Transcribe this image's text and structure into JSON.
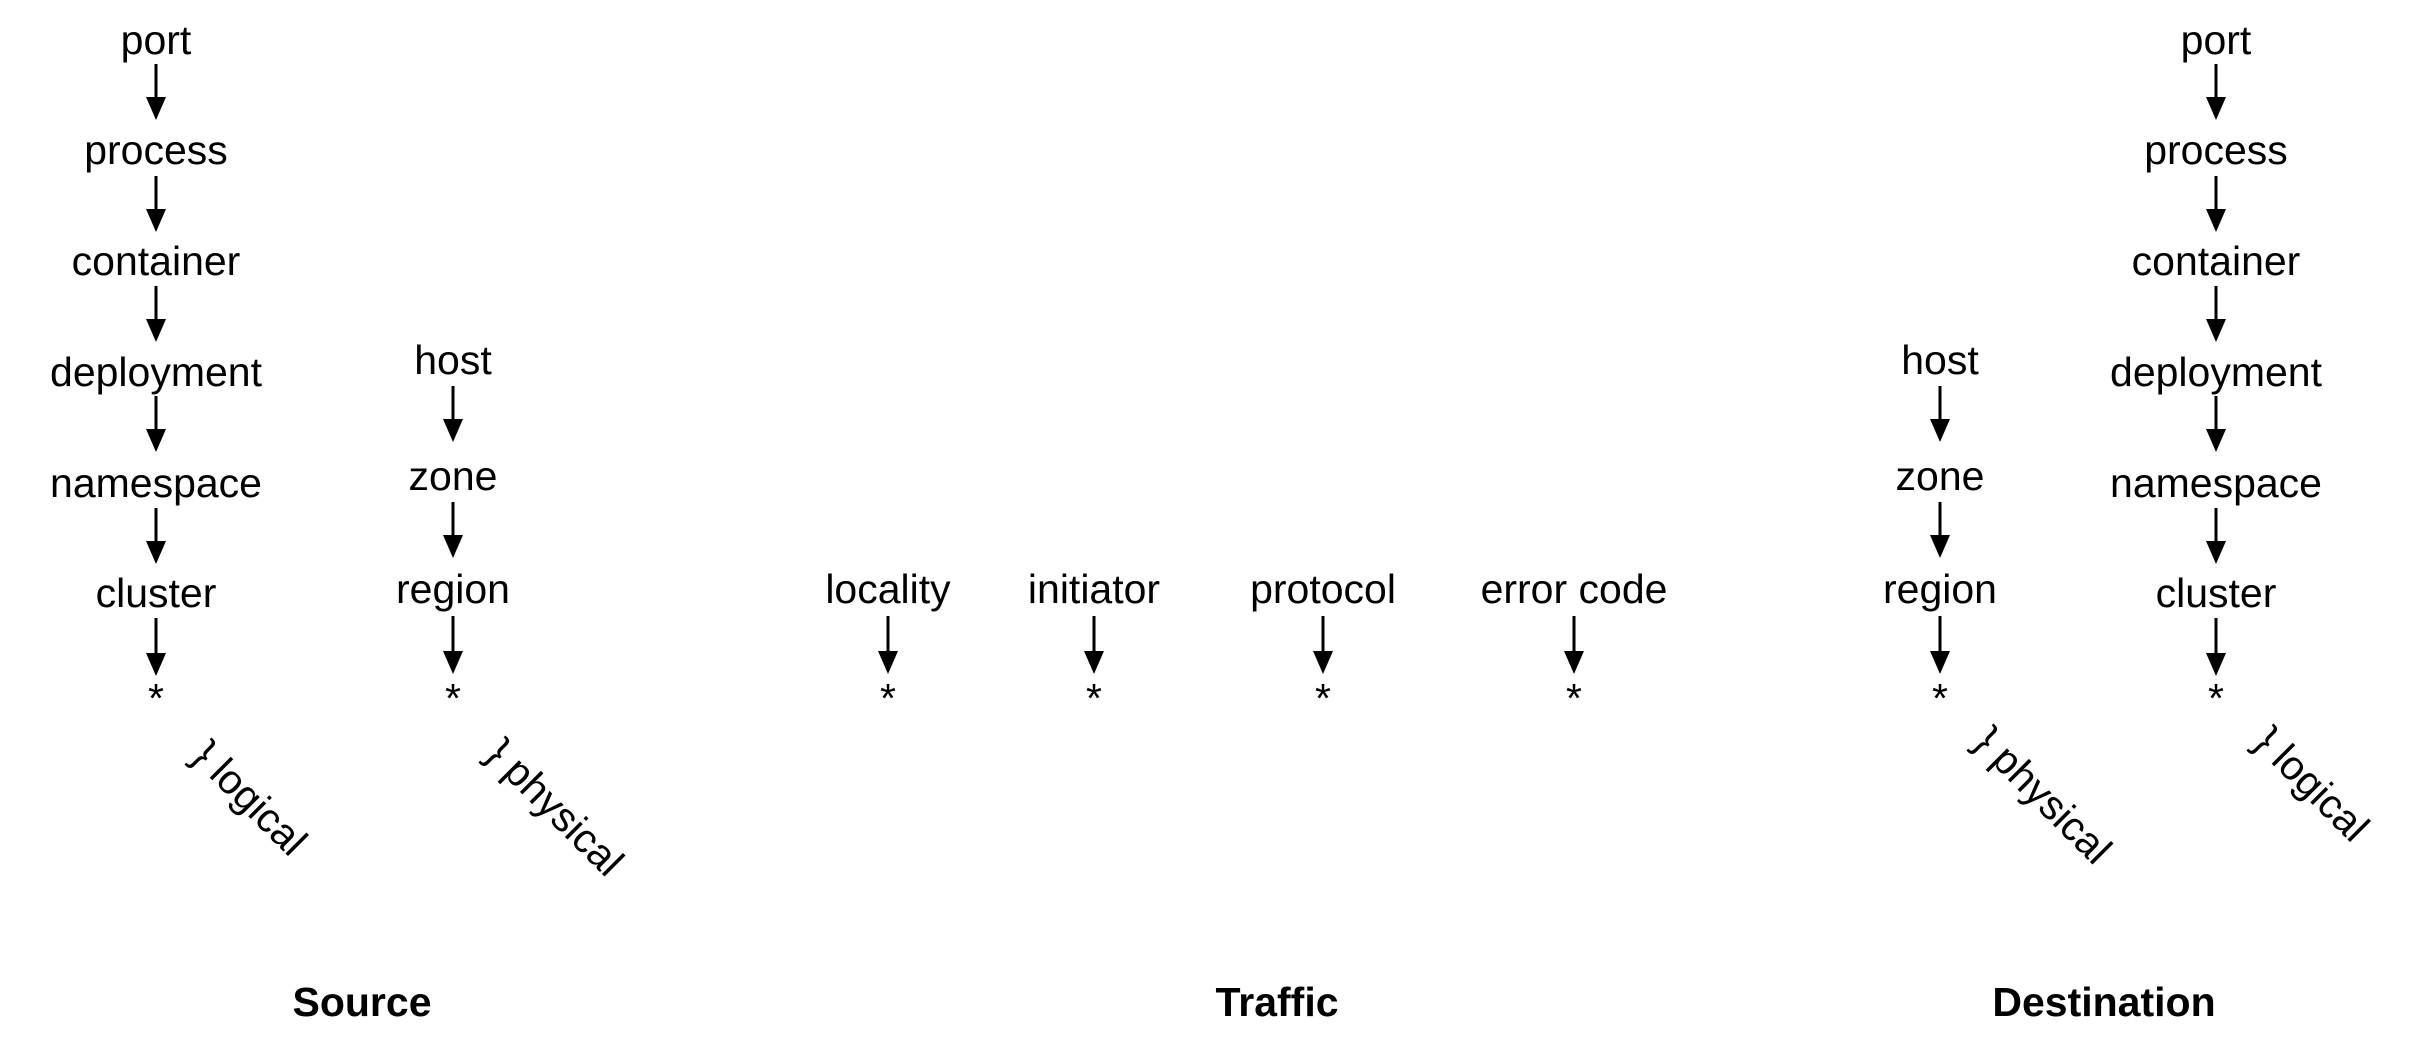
{
  "source": {
    "title": "Source",
    "logical_chain": [
      "port",
      "process",
      "container",
      "deployment",
      "namespace",
      "cluster",
      "*"
    ],
    "logical_label": "} logical",
    "physical_chain": [
      "host",
      "zone",
      "region",
      "*"
    ],
    "physical_label": "} physical"
  },
  "traffic": {
    "title": "Traffic",
    "dimensions": [
      {
        "label": "locality",
        "end": "*"
      },
      {
        "label": "initiator",
        "end": "*"
      },
      {
        "label": "protocol",
        "end": "*"
      },
      {
        "label": "error code",
        "end": "*"
      }
    ]
  },
  "destination": {
    "title": "Destination",
    "physical_chain": [
      "host",
      "zone",
      "region",
      "*"
    ],
    "physical_label": "} physical",
    "logical_chain": [
      "port",
      "process",
      "container",
      "deployment",
      "namespace",
      "cluster",
      "*"
    ],
    "logical_label": "} logical"
  }
}
